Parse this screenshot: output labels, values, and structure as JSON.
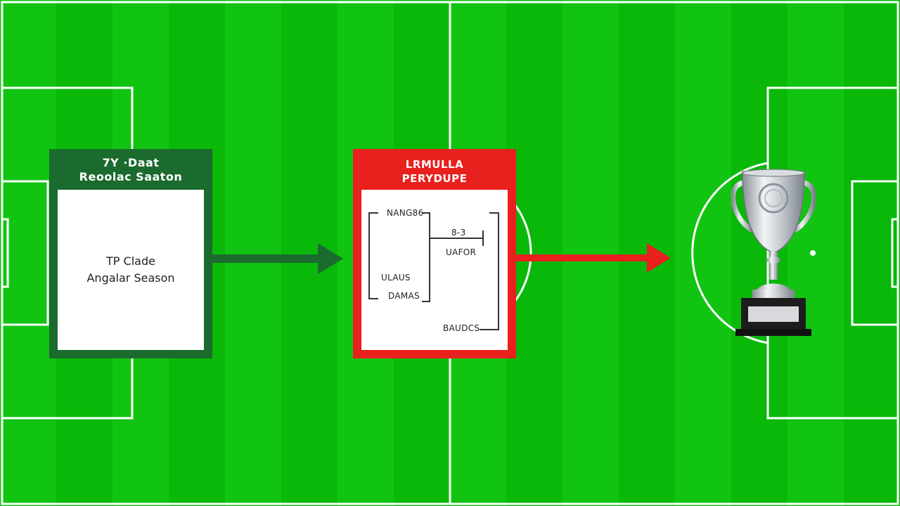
{
  "stage1": {
    "header_line1": "7Y ·Daat",
    "header_line2": "Reoolac Saaton",
    "body_line1": "TP Clade",
    "body_line2": "Angalar Season"
  },
  "stage2": {
    "header_line1": "LRMULLA",
    "header_line2": "PERYDUPE",
    "bracket": [
      "NANG86",
      "8-3",
      "UAFOR",
      "ULAUS",
      "DAMAS",
      "BAUDCS"
    ]
  },
  "stage3": {
    "icon": "trophy-icon"
  },
  "colors": {
    "pitch_light": "#12c412",
    "pitch_dark": "#0ab80a",
    "stage1": "#1b6b2e",
    "stage2": "#e8201e"
  }
}
